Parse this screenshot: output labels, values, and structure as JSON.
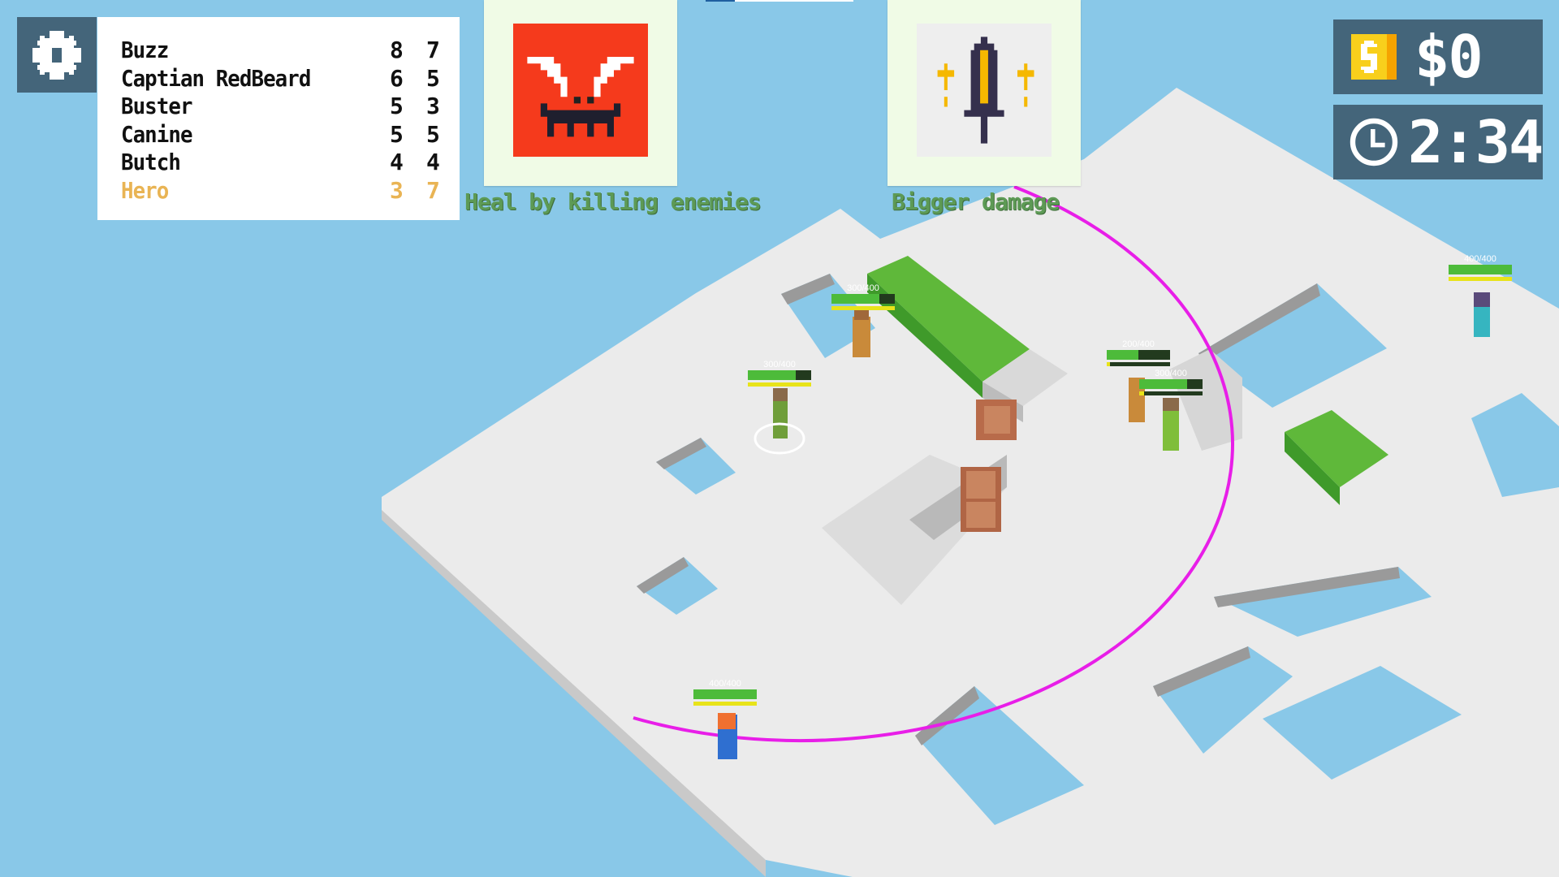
{
  "settings": {
    "icon": "gear-icon"
  },
  "scoreboard": [
    {
      "name": "Buzz",
      "kills": "8",
      "score": "7"
    },
    {
      "name": "Captian RedBeard",
      "kills": "6",
      "score": "5"
    },
    {
      "name": "Buster",
      "kills": "5",
      "score": "3"
    },
    {
      "name": "Canine",
      "kills": "5",
      "score": "5"
    },
    {
      "name": "Butch",
      "kills": "4",
      "score": "4"
    },
    {
      "name": "Hero",
      "kills": "3",
      "score": "7",
      "is_player": true
    }
  ],
  "upgrades": [
    {
      "label": "Heal by killing enemies",
      "icon": "vampire-fangs-icon"
    },
    {
      "label": "Bigger damage",
      "icon": "sword-upgrade-icon"
    }
  ],
  "money": {
    "icon": "coin-icon",
    "value": "$0"
  },
  "timer": {
    "icon": "clock-icon",
    "value": "2:34"
  },
  "round_progress": 0.2,
  "players": [
    {
      "hp": "300/400",
      "hp_frac": 0.75,
      "xp_frac": 1.0
    },
    {
      "hp": "300/400",
      "hp_frac": 0.75,
      "xp_frac": 1.0
    },
    {
      "hp": "200/400",
      "hp_frac": 0.5,
      "xp_frac": 0.05
    },
    {
      "hp": "300/400",
      "hp_frac": 0.75,
      "xp_frac": 0.08
    },
    {
      "hp": "400/400",
      "hp_frac": 1.0,
      "xp_frac": 1.0
    },
    {
      "hp": "400/400",
      "hp_frac": 1.0,
      "xp_frac": 1.0
    }
  ],
  "colors": {
    "water": "#89c8e8",
    "floor": "#ebebeb",
    "hud": "#44657a",
    "range": "#e81ee8",
    "hero": "#e9b454"
  }
}
